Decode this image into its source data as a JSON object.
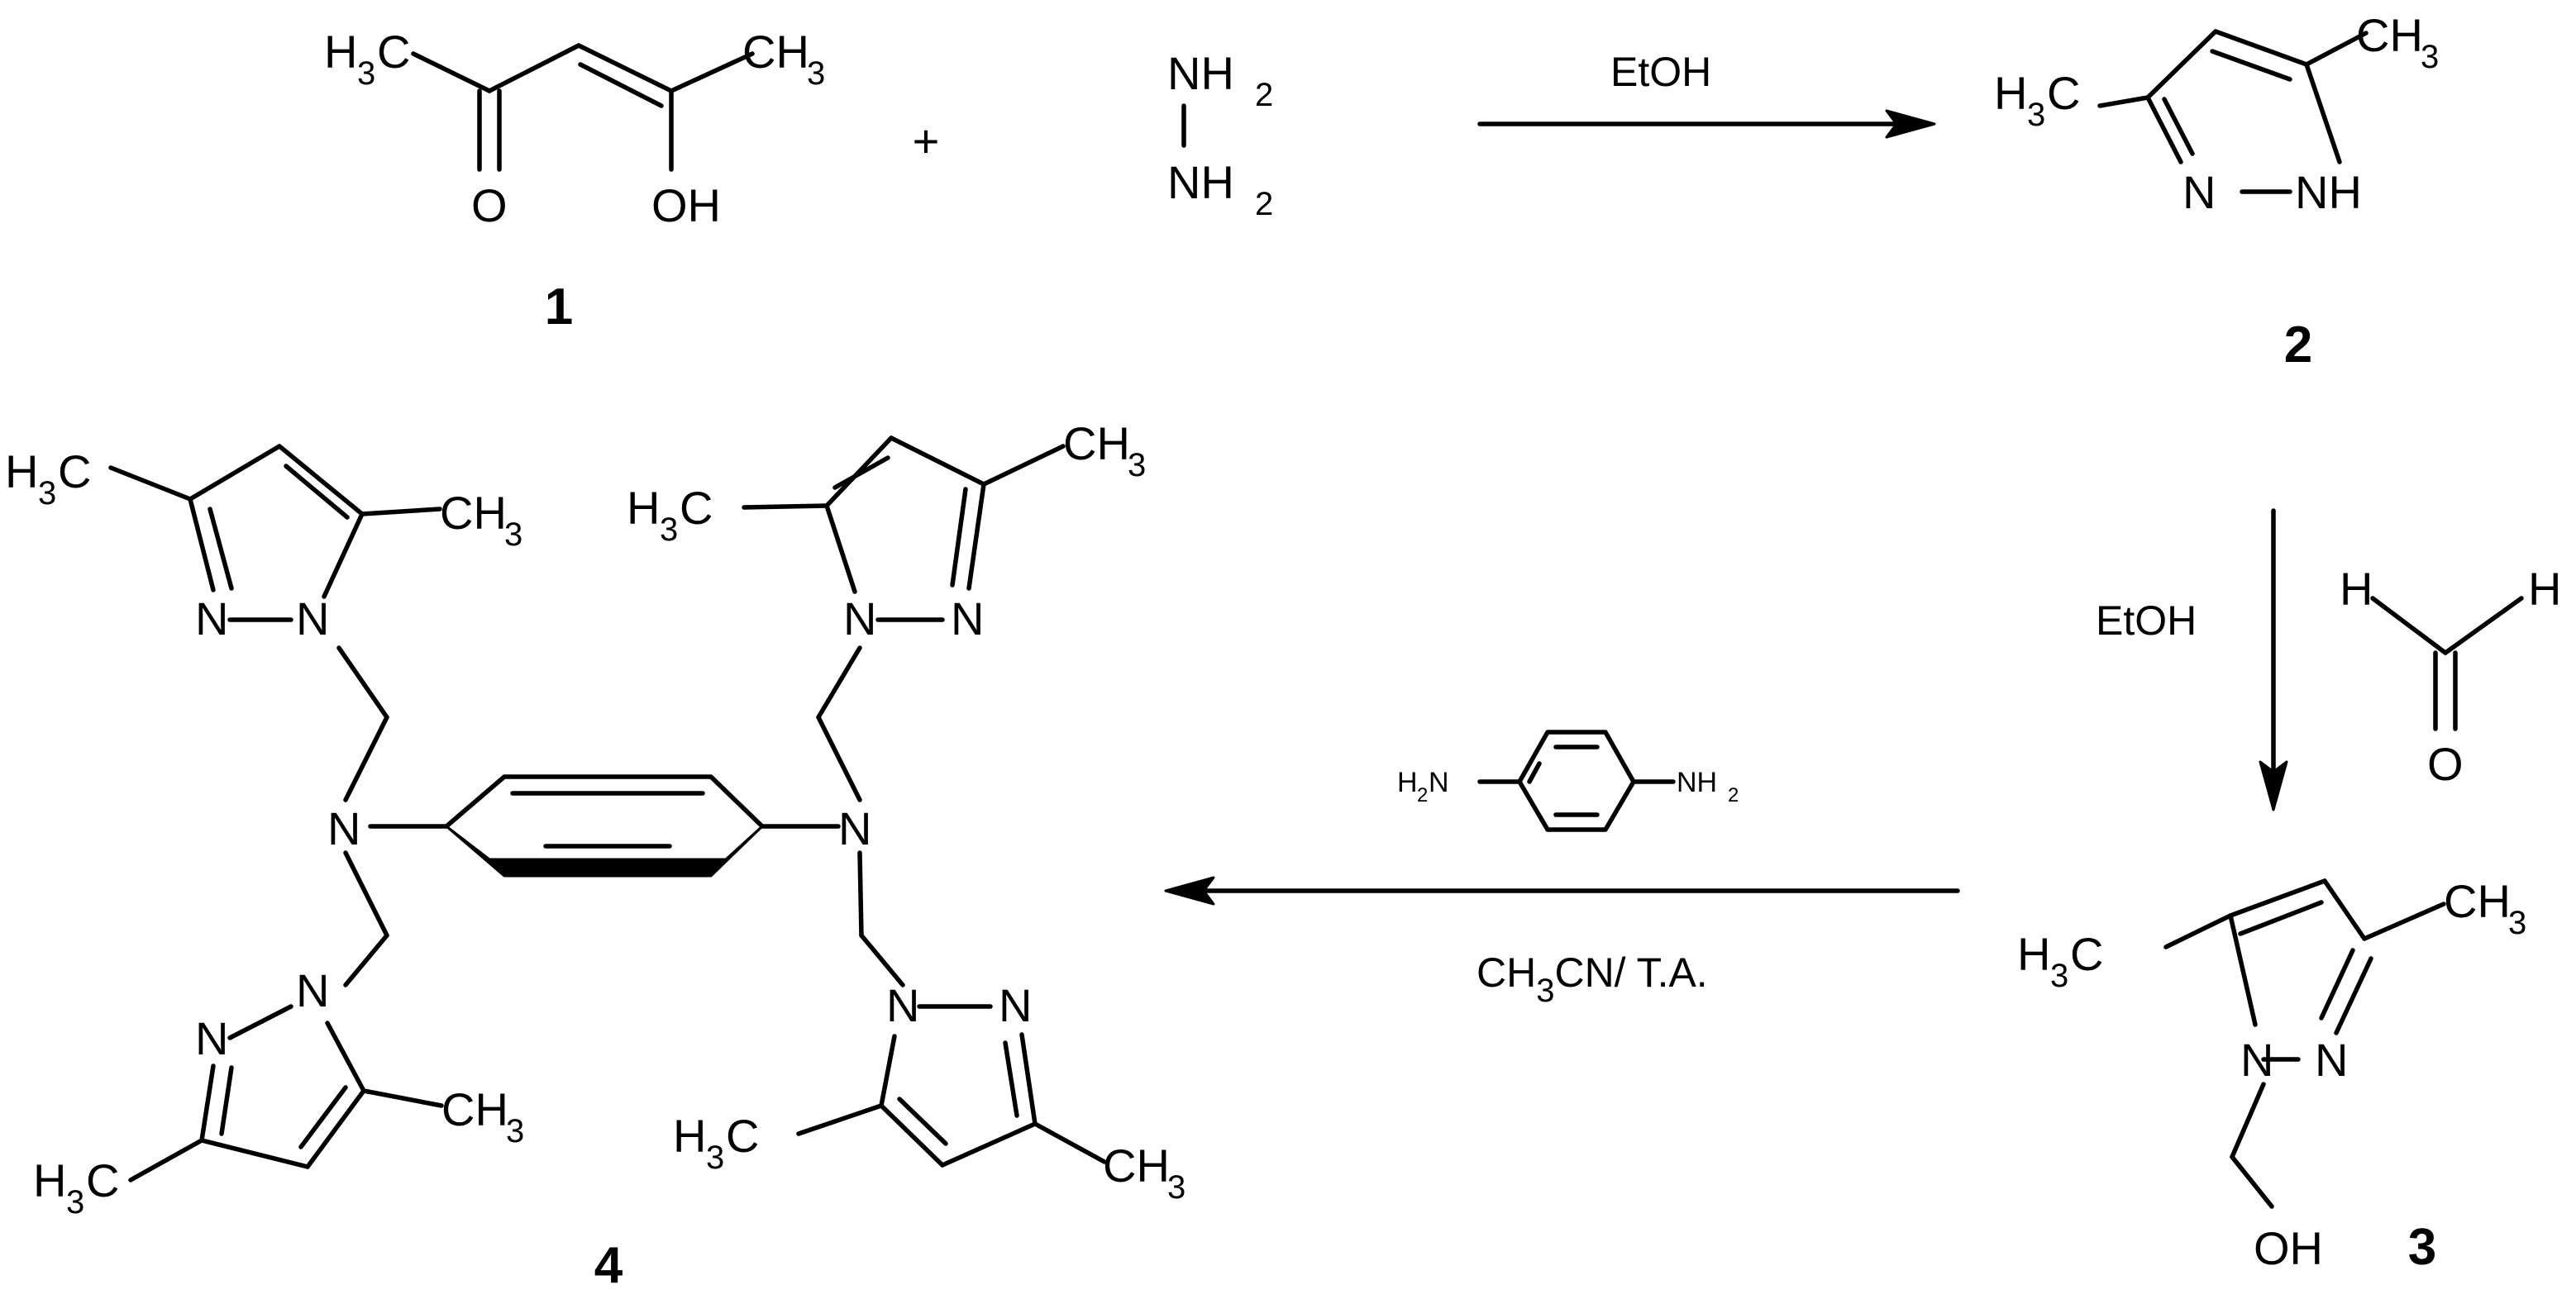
{
  "labels": {
    "c1": "1",
    "c2": "2",
    "c3": "3",
    "c4": "4"
  },
  "atoms": {
    "h": "H",
    "c": "C",
    "ch": "CH",
    "n": "N",
    "nh": "NH",
    "o": "O",
    "oh": "OH",
    "three": "3",
    "two": "2",
    "plus": "+"
  },
  "conditions": {
    "step1": "EtOH",
    "step2": "EtOH",
    "step3": "CH3CN/ T.A.",
    "step3_parts": [
      "CH",
      "3",
      "CN/ T.A."
    ]
  },
  "reagents": {
    "hydrazine": [
      "NH2",
      "NH2"
    ],
    "formaldehyde": "H2C=O",
    "diamine": "H2N-C6H4-NH2"
  }
}
